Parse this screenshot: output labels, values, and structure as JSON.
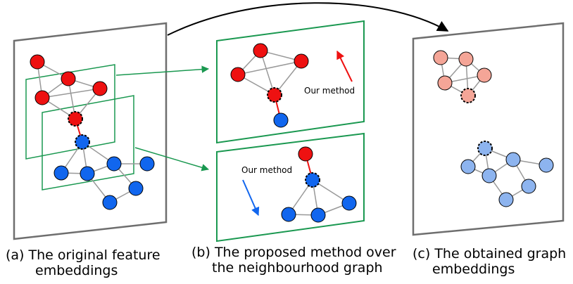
{
  "panels": {
    "a": {
      "tag": "(a)",
      "line1": "The original feature",
      "line2": "embeddings"
    },
    "b": {
      "tag": "(b)",
      "line1": "The proposed method over",
      "line2": "the neighbourhood graph",
      "top_label": "Our method",
      "bottom_label": "Our method"
    },
    "c": {
      "tag": "(c)",
      "line1": "The obtained graph",
      "line2": "embeddings"
    }
  },
  "colors": {
    "plane_stroke": "#6e6e6e",
    "subplane_stroke": "#1a9850",
    "red_node": "#ee1111",
    "blue_node": "#1166ee",
    "light_red_node": "#f4a597",
    "light_blue_node": "#8db4ef",
    "edge": "#999999",
    "bridge_edge": "#ee1111",
    "top_arrow": "#ee1111",
    "bottom_arrow": "#1166ee"
  }
}
